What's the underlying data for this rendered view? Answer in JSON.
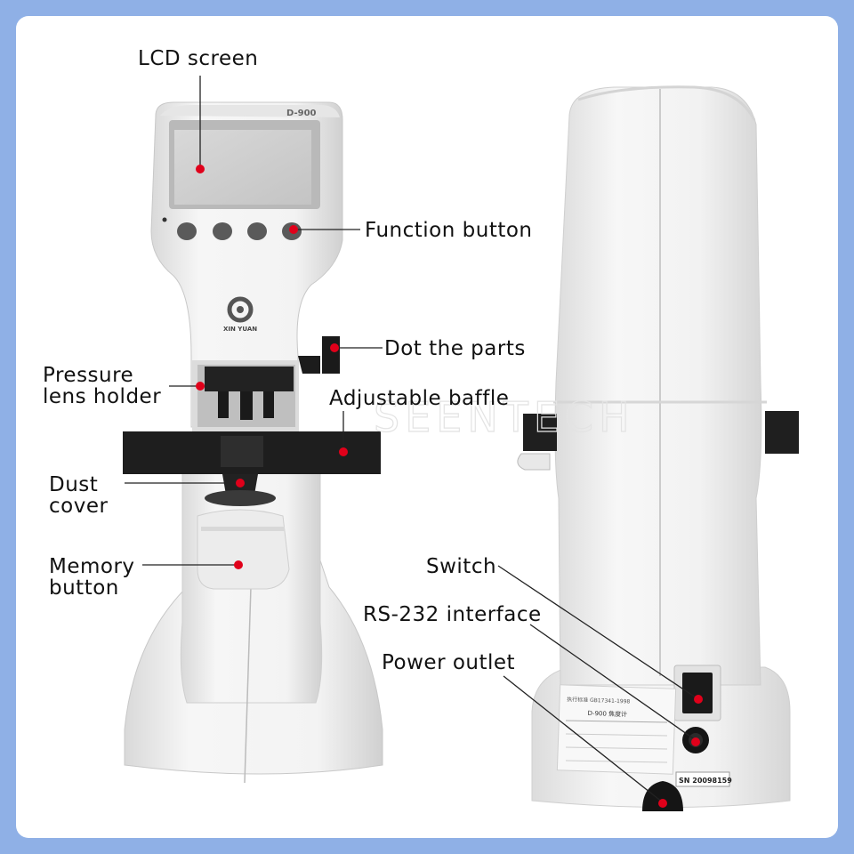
{
  "labels": {
    "lcd_screen": "LCD screen",
    "function_button": "Function button",
    "dot_the_parts": "Dot the parts",
    "pressure_lens_holder": "Pressure\nlens holder",
    "adjustable_baffle": "Adjustable baffle",
    "dust_cover": "Dust\ncover",
    "memory_button": "Memory\nbutton",
    "switch": "Switch",
    "rs232_interface": "RS-232 interface",
    "power_outlet": "Power outlet"
  },
  "device": {
    "model": "D-900",
    "brand": "XIN YUAN",
    "serial_prefix": "SN",
    "serial_number": "20098159",
    "spec_standard": "执行标准 GB17341-1998",
    "spec_name": "焦度计",
    "watermark": "SEENTECH"
  },
  "colors": {
    "background": "#8fb0e6",
    "card": "#ffffff",
    "marker": "#e0001a",
    "device_body": "#eeeeee"
  }
}
